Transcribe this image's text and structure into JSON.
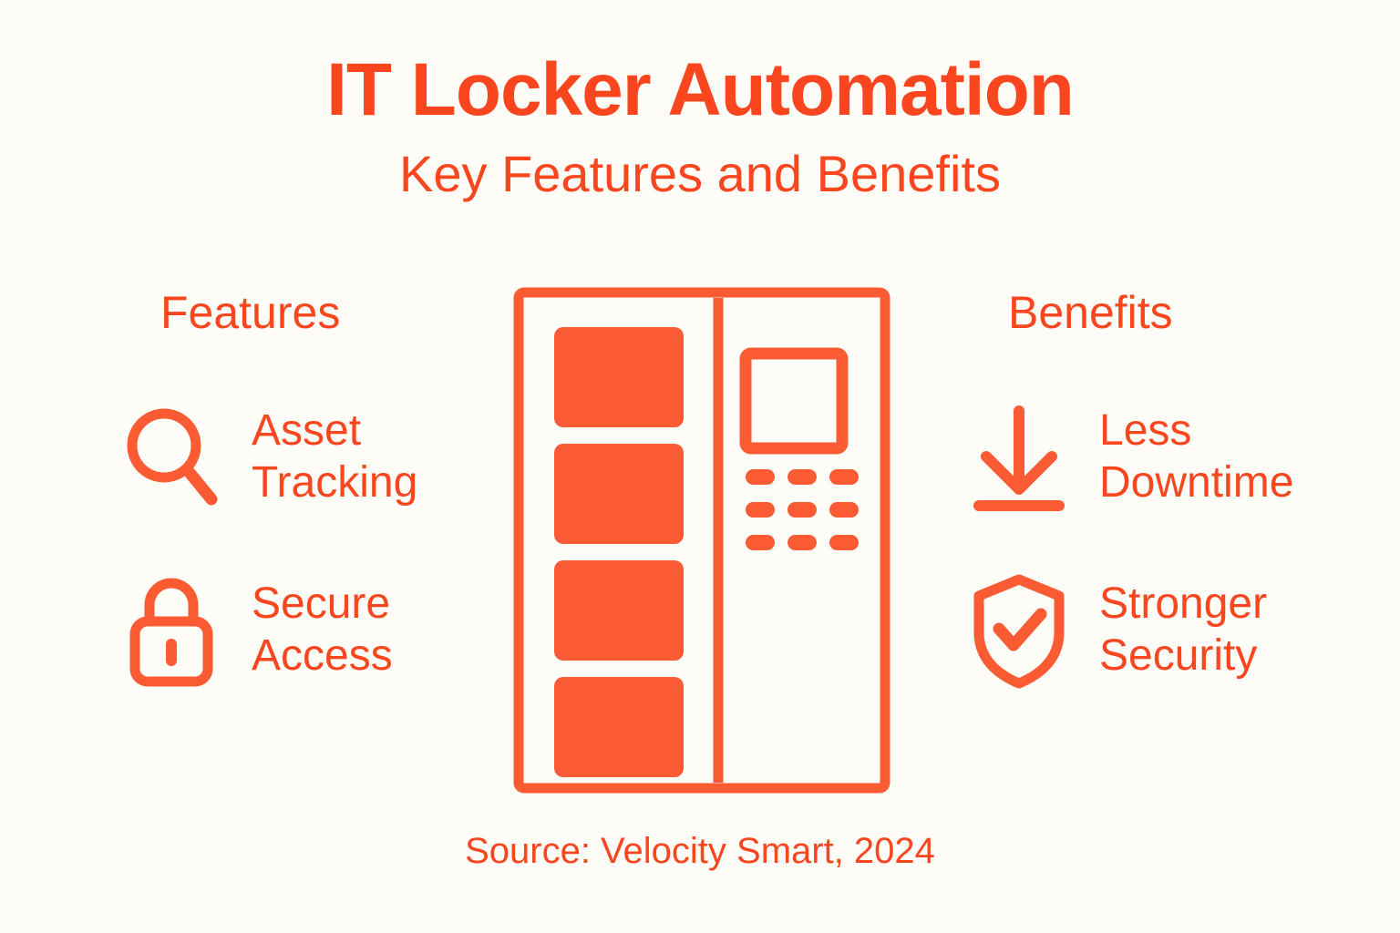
{
  "theme": {
    "background": "#FDFCF7",
    "accent": "#F9461F",
    "fill": "#FB5B33"
  },
  "header": {
    "title": "IT Locker Automation",
    "subtitle": "Key Features and Benefits"
  },
  "columns": {
    "features": {
      "heading": "Features",
      "items": [
        {
          "icon": "magnifier-icon",
          "label": "Asset\nTracking"
        },
        {
          "icon": "lock-icon",
          "label": "Secure\nAccess"
        }
      ]
    },
    "benefits": {
      "heading": "Benefits",
      "items": [
        {
          "icon": "download-arrow-icon",
          "label": "Less\nDowntime"
        },
        {
          "icon": "shield-check-icon",
          "label": "Stronger\nSecurity"
        }
      ]
    }
  },
  "illustration": {
    "name": "smart-locker-illustration",
    "compartments": 4,
    "keypad_rows": 3,
    "keypad_cols": 3,
    "has_screen": true
  },
  "source": "Source: Velocity Smart, 2024"
}
